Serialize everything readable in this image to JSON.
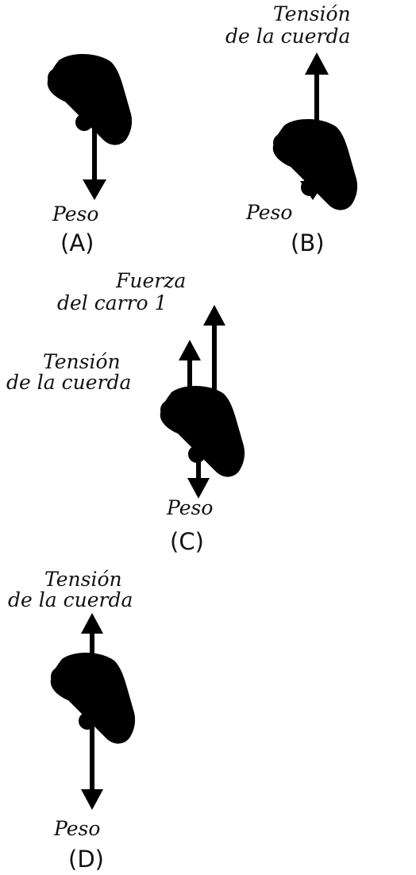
{
  "panels": {
    "a": {
      "letter": "(A)",
      "weight_label": "Peso"
    },
    "b": {
      "letter": "(B)",
      "tension_label": [
        "Tensión",
        "de la cuerda"
      ],
      "weight_label": "Peso"
    },
    "c": {
      "letter": "(C)",
      "force_car_label": [
        "Fuerza",
        "del carro 1"
      ],
      "tension_label": [
        "Tensión",
        "de la cuerda"
      ],
      "weight_label": "Peso"
    },
    "d": {
      "letter": "(D)",
      "tension_label": [
        "Tensión",
        "de la cuerda"
      ],
      "weight_label": "Peso"
    }
  },
  "colors": {
    "ink": "#000000",
    "car_fill": "#ffffff"
  }
}
